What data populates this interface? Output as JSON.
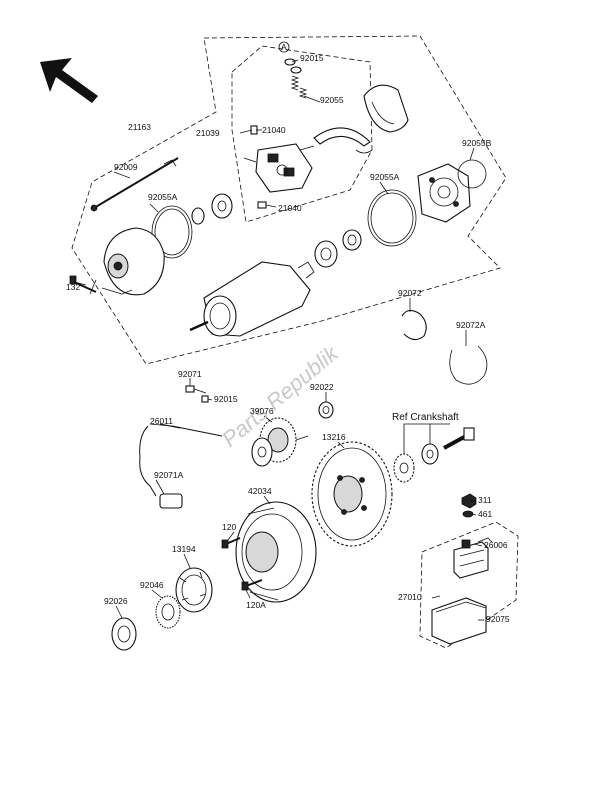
{
  "watermark": "Parts Republik",
  "labels": {
    "l21163": "21163",
    "l21039": "21039",
    "l21040a": "21040",
    "l21040b": "21040",
    "l92015a": "92015",
    "l92055": "92055",
    "l92055B": "92055B",
    "l92009": "92009",
    "l92055Aa": "92055A",
    "l92055Ab": "92055A",
    "l132": "132",
    "l92072": "92072",
    "l92072A": "92072A",
    "l92071": "92071",
    "l92015b": "92015",
    "l92022": "92022",
    "l26011": "26011",
    "l39076": "39076",
    "l13216": "13216",
    "lRef": "Ref Crankshaft",
    "l92071A": "92071A",
    "l42034": "42034",
    "l120": "120",
    "l120A": "120A",
    "l13194": "13194",
    "l92046": "92046",
    "l92026": "92026",
    "l311": "311",
    "l461": "461",
    "l26006": "26006",
    "l27010": "27010",
    "l92075": "92075"
  },
  "icons": {
    "direction": "arrow-up-left-icon",
    "callout": "a-callout-icon"
  }
}
